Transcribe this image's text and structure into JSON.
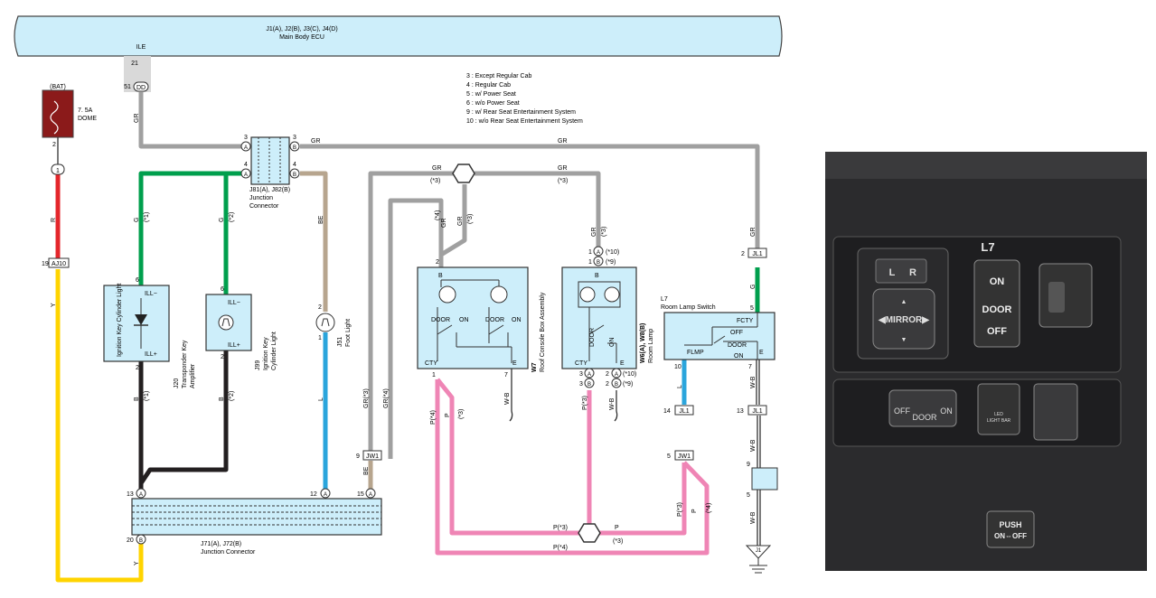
{
  "ecu": {
    "title": "J1(A), J2(B), J3(C), J4(D)",
    "subtitle": "Main Body ECU",
    "pin_ile": "ILE",
    "pin21": "21",
    "pin51": "51",
    "conn_dd": "DD"
  },
  "legend": [
    "3 : Except Regular Cab",
    "4 : Regular Cab",
    "5 : w/ Power Seat",
    "6 : w/o Power Seat",
    "9 : w/ Rear Seat Entertainment System",
    "10 : w/o Rear Seat Entertainment System"
  ],
  "fuse": {
    "top": "(BAT)",
    "rating": "7. 5A",
    "name": "DOME",
    "pin": "2",
    "conn": "1"
  },
  "junction_j81": {
    "title": "J81(A), J82(B)",
    "sub1": "Junction",
    "sub2": "Connector",
    "p3": "3",
    "p4": "4",
    "a": "A",
    "b": "B"
  },
  "j20": {
    "label": "Ignition Key Cylinder Light",
    "ill_minus": "ILL−",
    "ill_plus": "ILL+",
    "code": "J20",
    "name1": "Transponder Key",
    "name2": "Amplifier",
    "pin_top": "6",
    "pin_bot": "2"
  },
  "j99": {
    "label1": "Ignition Key",
    "label2": "Cylinder Light",
    "ill_minus": "ILL−",
    "ill_plus": "ILL+",
    "code": "J99",
    "pin_top": "6",
    "pin_bot": "2"
  },
  "j51": {
    "code": "J51",
    "name": "Foot Light",
    "pin_top": "2",
    "pin_bot": "1"
  },
  "w7": {
    "code": "W7",
    "name1": "Roof Console Box Assembly",
    "door": "DOOR",
    "on": "ON",
    "cty": "CTY",
    "e": "E",
    "b": "B",
    "pin_top": "2",
    "pin_cty": "1",
    "pin_e": "7"
  },
  "w6": {
    "code": "W6(A), W8(B)",
    "name": "Room Lamp",
    "door": "DOOR",
    "on": "ON",
    "cty": "CTY",
    "e": "E",
    "b": "B",
    "p1": "1",
    "p3": "3",
    "p2": "2",
    "a": "A",
    "bb": "B",
    "n10": "(*10)",
    "n9": "(*9)"
  },
  "l7": {
    "code": "L7",
    "name": "Room Lamp Switch",
    "fcty": "FCTY",
    "off": "OFF",
    "door": "DOOR",
    "on": "ON",
    "flmp": "FLMP",
    "e": "E",
    "p5": "5",
    "p10": "10",
    "p7": "7"
  },
  "connectors": {
    "aj10": "AJ10",
    "jl1": "JL1",
    "jw1": "JW1",
    "j1": "J1",
    "p19": "19",
    "p2": "2",
    "p14": "14",
    "p13": "13",
    "p9": "9",
    "p5": "5"
  },
  "j71": {
    "title": "J71(A), J72(B)",
    "name": "Junction Connector",
    "p13": "13",
    "p12": "12",
    "p15": "15",
    "p20": "20",
    "a": "A",
    "b": "B"
  },
  "wire_labels": {
    "gr": "GR",
    "g": "G",
    "be": "BE",
    "r": "R",
    "y": "Y",
    "b": "B",
    "l": "L",
    "p": "P",
    "wb": "W-B",
    "n1": "(*1)",
    "n2": "(*2)",
    "n3": "(*3)",
    "n4": "(*4)",
    "grn3": "GR(*3)",
    "grn4": "GR(*4)",
    "pn3": "P(*3)",
    "pn4": "P(*4)"
  },
  "photo": {
    "title": "L7",
    "mirror": "◀MIRROR▶",
    "l": "L",
    "r": "R",
    "on": "ON",
    "door": "DOOR",
    "off": "OFF",
    "led1": "LED",
    "led2": "LIGHT BAR",
    "push1": "PUSH",
    "push2": "ON⇔OFF"
  },
  "colors": {
    "ecu_fill": "#cdeefa",
    "gr": "#a0a0a0",
    "g": "#009f4d",
    "be": "#b7a58e",
    "r": "#e4262b",
    "y": "#ffd400",
    "b": "#231f20",
    "l": "#2aa5dc",
    "p": "#ef85b5",
    "fuse": "#8b1a1a"
  }
}
